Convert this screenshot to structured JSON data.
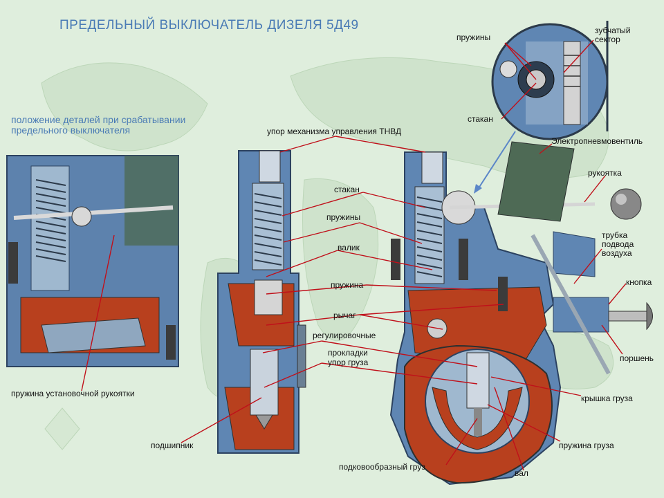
{
  "title": "ПРЕДЕЛЬНЫЙ  ВЫКЛЮЧАТЕЛЬ  ДИЗЕЛЯ  5Д49",
  "subtitle": "положение деталей при срабатывании\nпредельного выключателя",
  "labels": {
    "springs_top": "пружины",
    "toothed_sector": "зубчатый\nсектор",
    "cup_top": "стакан",
    "upor_tnvd": "упор механизма управления ТНВД",
    "electro_valve": "Электропневмовентиль",
    "handle": "рукоятка",
    "cup": "стакан",
    "air_tube": "трубка\nподвода\nвоздуха",
    "springs": "пружины",
    "shaft_small": "валик",
    "button": "кнопка",
    "spring": "пружина",
    "lever": "рычаг",
    "adjusting": "регулировочные",
    "piston": "поршень",
    "gaskets": "прокладки",
    "weight_stop": "упор груза",
    "weight_cover": "крышка груза",
    "setting_handle_spring": "пружина установочной рукоятки",
    "bearing": "подшипник",
    "weight_spring": "пружина груза",
    "horseshoe_weight": "подковообразный груз",
    "shaft": "вал"
  },
  "colors": {
    "background": "#dfeedd",
    "title": "#4a7bb5",
    "leader": "#c0101a",
    "casing_blue": "#5f86b3",
    "casing_red": "#b8401e",
    "arrow": "#5b86c8"
  }
}
